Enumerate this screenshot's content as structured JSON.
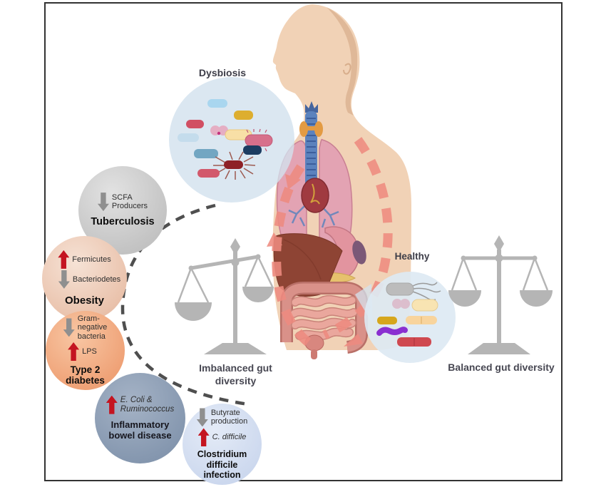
{
  "figure_labels": {
    "dysbiosis": "Dysbiosis",
    "healthy": "Healthy",
    "imbalanced_scale": "Imbalanced gut\ndiversity",
    "balanced_scale": "Balanced gut diversity"
  },
  "disease_circles": [
    {
      "name": "Tuberculosis",
      "factors": [
        {
          "trend": "decrease",
          "label": "SCFA\nProducers"
        }
      ]
    },
    {
      "name": "Obesity",
      "factors": [
        {
          "trend": "increase",
          "label": "Fermicutes"
        },
        {
          "trend": "decrease",
          "label": "Bacteriodetes"
        }
      ]
    },
    {
      "name": "Type 2\ndiabetes",
      "factors": [
        {
          "trend": "decrease",
          "label": "Gram-\nnegative\nbacteria"
        },
        {
          "trend": "increase",
          "label": "LPS"
        }
      ]
    },
    {
      "name": "Inflammatory\nbowel disease",
      "factors": [
        {
          "trend": "increase",
          "label": "E. Coli &\nRuminococcus"
        }
      ]
    },
    {
      "name": "Clostridium\ndifficile\ninfection",
      "factors": [
        {
          "trend": "decrease",
          "label": "Butyrate\nproduction"
        },
        {
          "trend": "increase",
          "label": "C. difficile"
        }
      ]
    }
  ],
  "colors": {
    "increase_arrow": "#c41420",
    "decrease_arrow": "#8f8f8f",
    "tuberculosis_circle": "#c6c6c6",
    "obesity_circle": "#eac3ad",
    "type2_diabetes_circle": "#efa277",
    "ibd_circle": "#8597af",
    "cdiff_circle": "#ccd8ee",
    "dysbiosis_bubble": "#d2e1ed",
    "healthy_bubble": "#dde9f3",
    "scale_gray": "#b5b5b5",
    "cycle_arc": "#4f4f4f",
    "gut_lung_axis": "#ee8b80",
    "skin": "#f1d2b6"
  }
}
